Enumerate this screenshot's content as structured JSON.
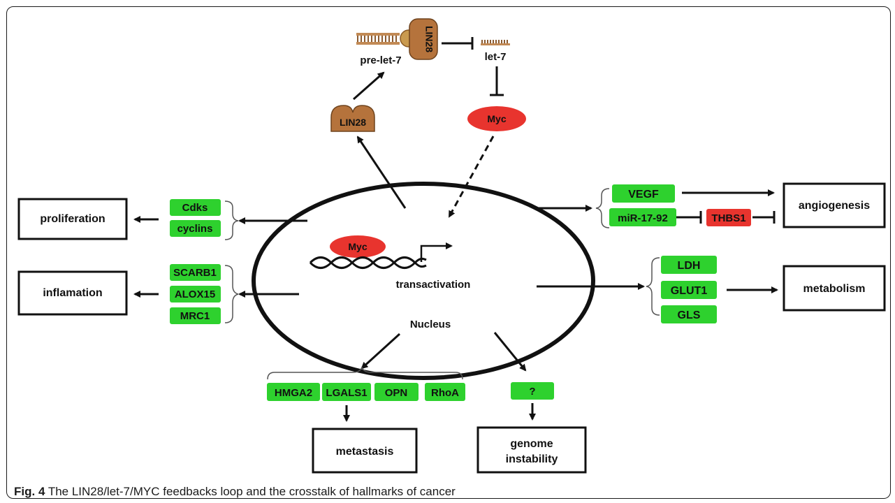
{
  "colors": {
    "gene_green": "#2ed12e",
    "inhibitor_red": "#e8342e",
    "myc_red": "#e8342e",
    "lin28_brown": "#b5733c"
  },
  "loop": {
    "pre_let7_label": "pre-let-7",
    "lin28_bound_label": "LIN28",
    "let7_label": "let-7",
    "lin28_free_label": "LIN28",
    "myc_top_label": "Myc"
  },
  "nucleus": {
    "myc_label": "Myc",
    "transactivation_label": "transactivation",
    "nucleus_label": "Nucleus"
  },
  "left": {
    "proliferation": {
      "box": "proliferation",
      "genes": [
        "Cdks",
        "cyclins"
      ]
    },
    "inflammation": {
      "box": "inflamation",
      "genes": [
        "SCARB1",
        "ALOX15",
        "MRC1"
      ]
    }
  },
  "right": {
    "angiogenesis": {
      "box": "angiogenesis",
      "genes": [
        "VEGF",
        "miR-17-92"
      ],
      "inhibited": "THBS1"
    },
    "metabolism": {
      "box": "metabolism",
      "genes": [
        "LDH",
        "GLUT1",
        "GLS"
      ]
    }
  },
  "bottom": {
    "metastasis": {
      "box": "metastasis",
      "genes": [
        "HMGA2",
        "LGALS1",
        "OPN",
        "RhoA"
      ]
    },
    "genome": {
      "box_line1": "genome",
      "box_line2": "instability",
      "genes": [
        "?"
      ]
    }
  },
  "caption": {
    "prefix": "Fig. 4",
    "text": " The LIN28/let-7/MYC feedbacks loop and the crosstalk of hallmarks of cancer"
  }
}
